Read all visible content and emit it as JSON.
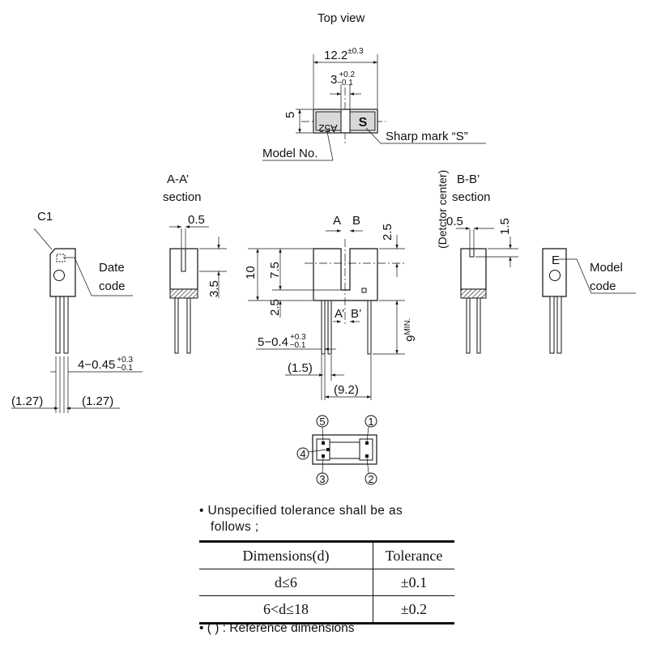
{
  "views": {
    "top_view": "Top view",
    "aa_section": [
      "A-A’",
      "section"
    ],
    "bb_section": [
      "B-B’",
      "section"
    ]
  },
  "labels": {
    "model_no": "Model No.",
    "sharp_mark": "Sharp mark “S”",
    "model_text": "A52",
    "sharp_letter": "S",
    "c1": "C1",
    "date_code": [
      "Date",
      "code"
    ],
    "model_code": [
      "Model",
      "code"
    ],
    "e_mark": "E",
    "detector_center": "(Detctor center)",
    "section_marks": {
      "a": "A",
      "b": "B",
      "a_prime": "A’",
      "b_prime": "B’"
    }
  },
  "dimensions": {
    "width_top": {
      "main": "12.2",
      "sup": "±0.3"
    },
    "gap_top": {
      "main": "3",
      "sup": "+0.2",
      "sub": "−0.1"
    },
    "height_top": "5",
    "aa_width": "0.5",
    "aa_height": "3.5",
    "body_height": "10",
    "slot_depth": "7.5",
    "base_height": "2.5",
    "detector_offset": "2.5",
    "lead_length": {
      "main": "9",
      "sup": "MIN."
    },
    "lead_width": {
      "main": "5−0.4",
      "sup": "+0.3",
      "sub": "−0.1"
    },
    "lead_offset": "(1.5)",
    "lead_span": "(9.2)",
    "bb_width": "0.5",
    "bb_height": "1.5",
    "pin_width": {
      "main": "4−0.45",
      "sup": "+0.3",
      "sub": "−0.1"
    },
    "pitch_left": "(1.27)",
    "pitch_right": "(1.27)"
  },
  "pins": [
    "1",
    "2",
    "3",
    "4",
    "5"
  ],
  "notes": {
    "tolerance_intro_1": "• Unspecified tolerance shall be as",
    "tolerance_intro_2": "follows ;",
    "reference": "• ( ) : Reference dimensions"
  },
  "tolerance_table": {
    "headers": [
      "Dimensions(d)",
      "Tolerance"
    ],
    "rows": [
      [
        "d≤6",
        "±0.1"
      ],
      [
        "6<d≤18",
        "±0.2"
      ]
    ]
  }
}
